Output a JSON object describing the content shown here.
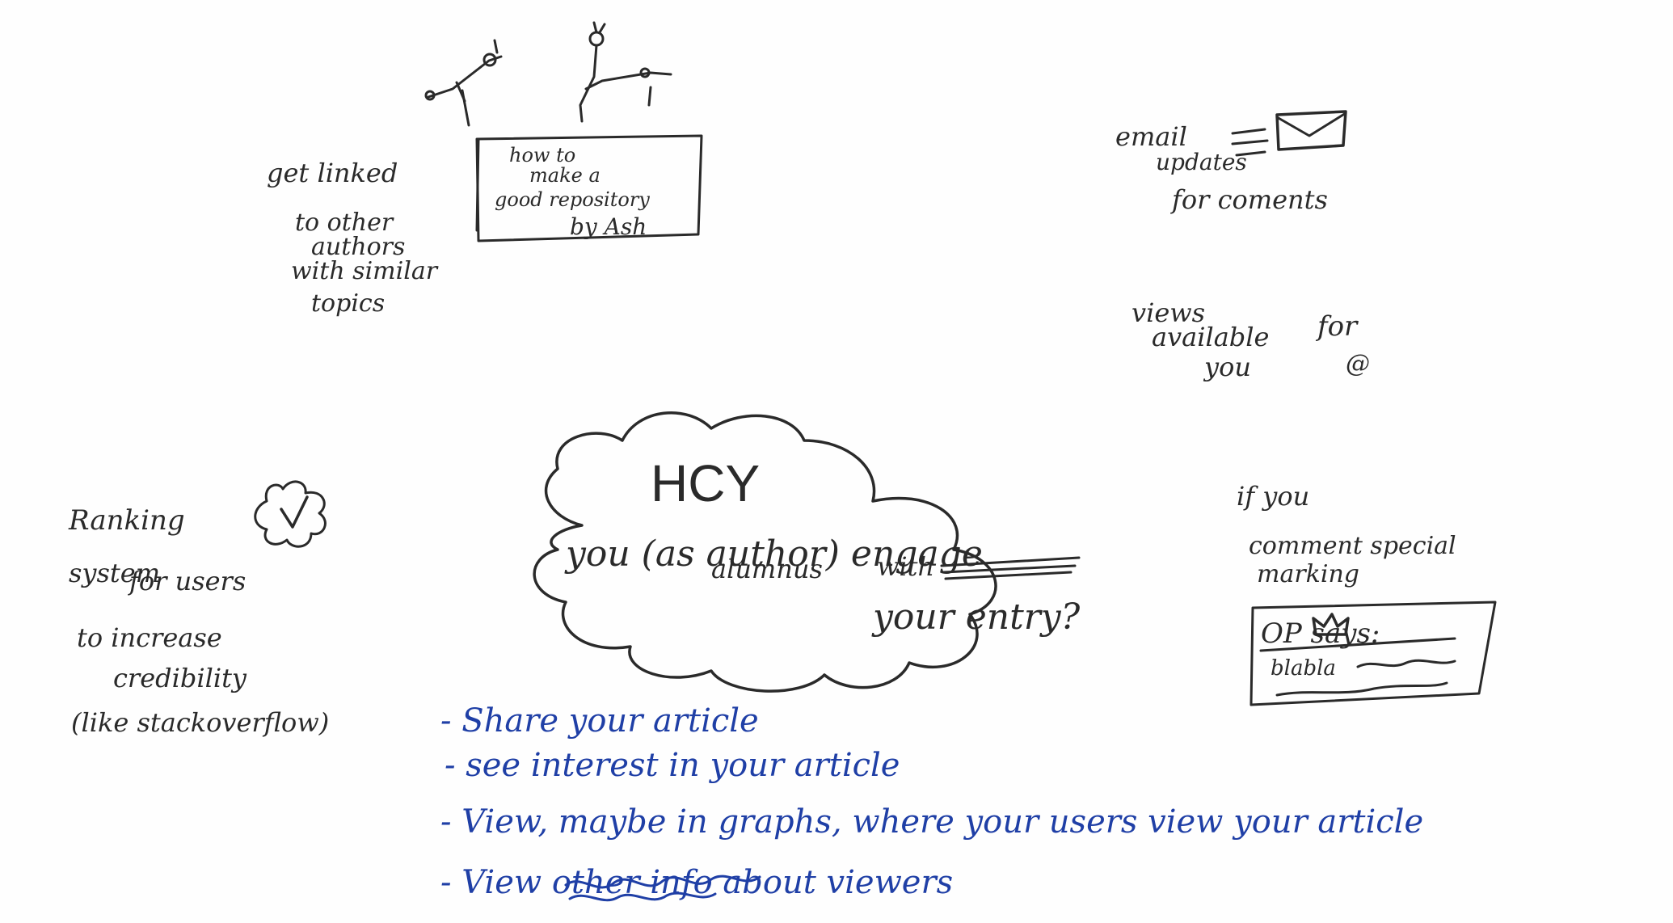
{
  "center": {
    "title": "HCY",
    "line1": "you (as author) engage",
    "alumnus": "alumnus",
    "with": "with",
    "line2": "your entry?"
  },
  "linked": {
    "line1": "get linked",
    "line2": "to other",
    "line3": "authors",
    "line4": "with similar",
    "line5": "topics",
    "article_line1": "how to",
    "article_line2": "make a",
    "article_line3": "good repository",
    "article_line4": "by Ash"
  },
  "email": {
    "line1": "email",
    "line2": "updates",
    "line3": "for coments"
  },
  "views": {
    "line1": "views",
    "line2": "available",
    "line3": "for",
    "line4": "you"
  },
  "ranking": {
    "line1": "Ranking",
    "line2": "system",
    "line3": "for users",
    "line4": "to increase",
    "line5": "credibility",
    "line6": "(like stackoverflow)"
  },
  "op": {
    "line1": "if you",
    "line2": "comment special",
    "line3": "marking",
    "says": "OP says:",
    "blabla": "blabla"
  },
  "bullets": [
    "- Share your article",
    "- see interest in your article",
    "- View, maybe in graphs, where your users view your article",
    "- View other info about viewers"
  ],
  "colors": {
    "pencil": "#2a2a2a",
    "pen": "#1f3fa6"
  }
}
